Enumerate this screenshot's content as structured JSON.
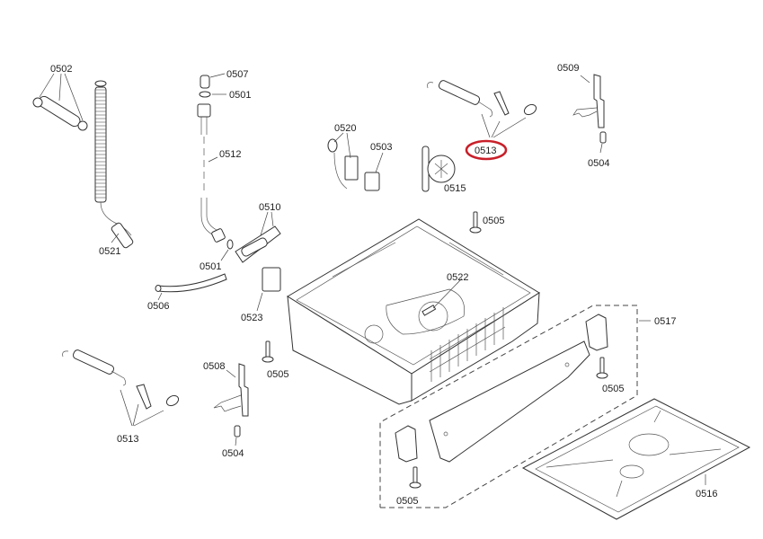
{
  "diagram": {
    "type": "exploded-parts-diagram",
    "highlight_color": "#c8202a",
    "highlighted_part": "0513",
    "labels": {
      "l0502": "0502",
      "l0521": "0521",
      "l0507": "0507",
      "l0501a": "0501",
      "l0512": "0512",
      "l0510": "0510",
      "l0501b": "0501",
      "l0506": "0506",
      "l0523": "0523",
      "l0520": "0520",
      "l0503": "0503",
      "l0515": "0515",
      "l0513a": "0513",
      "l0509": "0509",
      "l0504a": "0504",
      "l0505a": "0505",
      "l0522": "0522",
      "l0505b": "0505",
      "l0508": "0508",
      "l0504b": "0504",
      "l0513b": "0513",
      "l0517": "0517",
      "l0505c": "0505",
      "l0505d": "0505",
      "l0516": "0516"
    }
  }
}
